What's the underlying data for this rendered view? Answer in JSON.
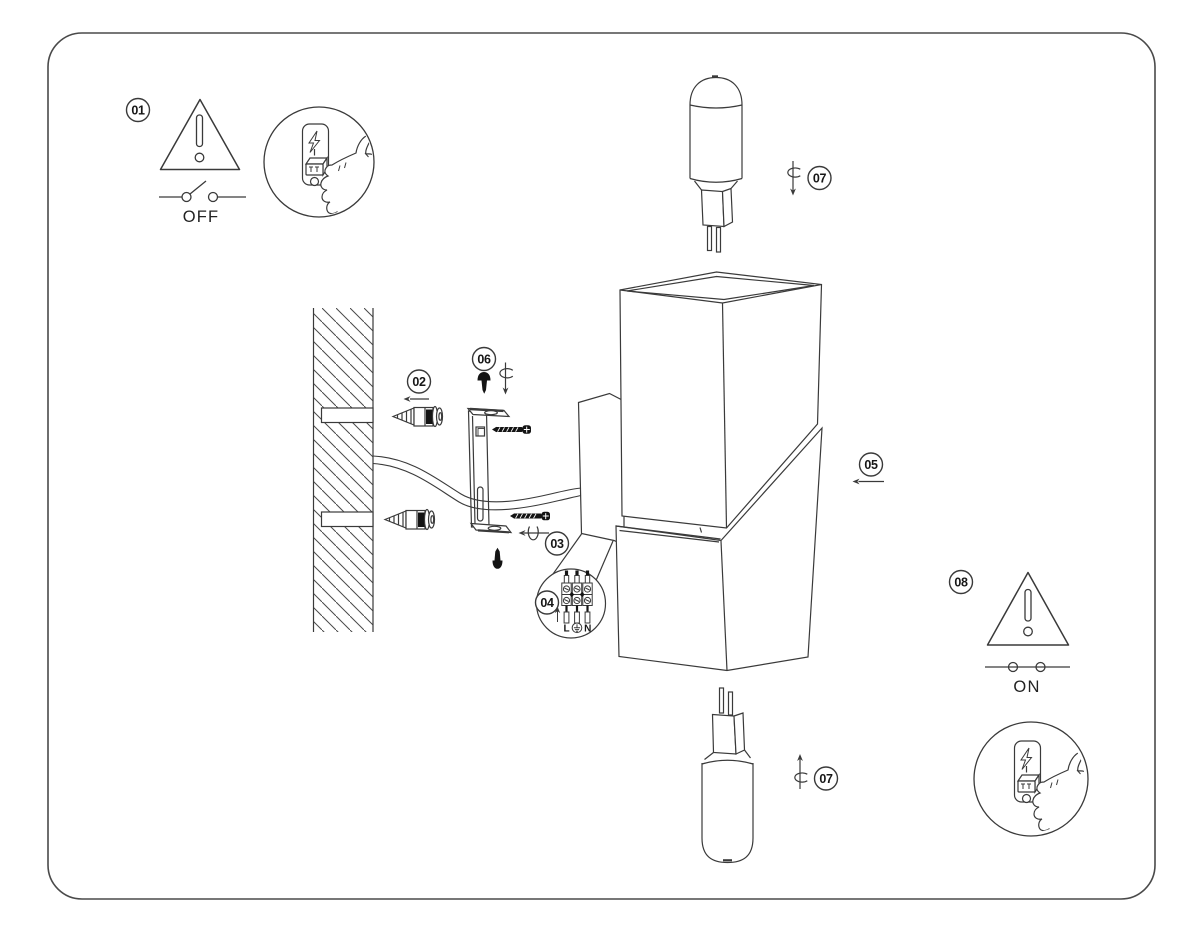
{
  "steps": {
    "s01": "01",
    "s02": "02",
    "s03": "03",
    "s04": "04",
    "s05": "05",
    "s06": "06",
    "s07": "07",
    "s08": "08"
  },
  "power": {
    "off_label": "OFF",
    "on_label": "ON"
  },
  "terminal": {
    "live_label": "L",
    "neutral_label": "N",
    "earth_icon": "earth-ground-icon"
  },
  "icons": {
    "warning": "warning-triangle-icon",
    "switch_open": "open-switch-icon",
    "switch_closed": "closed-switch-icon",
    "hand": "pointing-hand-icon",
    "lightning": "lightning-bolt-icon",
    "rotation": "rotation-arrow-icon",
    "screw": "screw-icon",
    "anchor": "wall-anchor-icon",
    "bulb": "g9-bulb-icon",
    "earth": "earth-ground-icon"
  },
  "colors": {
    "line": "#3a3a3a",
    "black_fill": "#141414",
    "background": "#ffffff",
    "page_border": "#4a4a4a"
  }
}
